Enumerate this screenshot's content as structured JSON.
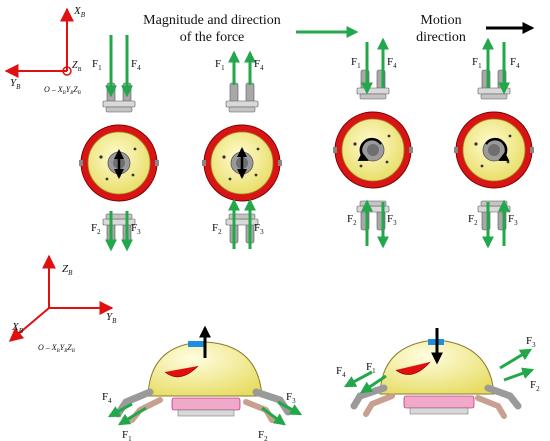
{
  "legend": {
    "force_line1": "Magnitude and direction",
    "force_line2": "of the force",
    "motion_line1": "Motion",
    "motion_line2": "direction",
    "force_color": "#22a84a",
    "motion_color": "#000000"
  },
  "axes_top": {
    "x": "X",
    "x_sub": "B",
    "y": "Y",
    "y_sub": "B",
    "z": "Z",
    "z_sub": "B",
    "origin": "O – X",
    "origin_full": "O – XBYBZB"
  },
  "axes_bottom": {
    "z": "Z",
    "z_sub": "B",
    "y": "Y",
    "y_sub": "B",
    "x": "X",
    "x_sub": "B",
    "origin": "O – X",
    "origin_full": "O – XBYBZB"
  },
  "leg_labels": {
    "f1": "F",
    "f1_sub": "1",
    "f2": "F",
    "f2_sub": "2",
    "f3": "F",
    "f3_sub": "3",
    "f4": "F",
    "f4_sub": "4"
  },
  "robot_colors": {
    "ring": "#d81414",
    "body": "#f4f08a",
    "gear": "#9a9a9a",
    "foot": "#f0a9c8",
    "link": "#b9b9b9",
    "cap": "#1e8fe0"
  },
  "panels": [
    "forward",
    "backward",
    "rotate-ccw",
    "rotate-cw"
  ],
  "side_views": [
    "lift-up",
    "press-down"
  ]
}
